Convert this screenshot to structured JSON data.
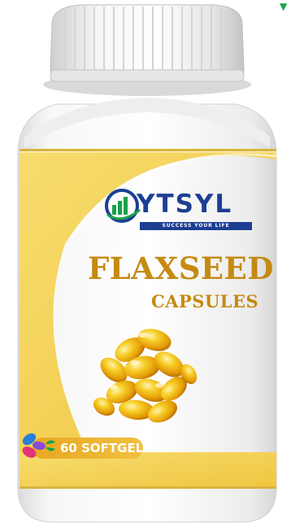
{
  "product_photo": {
    "brand": {
      "name": "YTSYL",
      "tagline": "SUCCESS YOUR LIFE"
    },
    "product": {
      "name": "FLAXSEED",
      "subtitle": "CAPSULES"
    },
    "count_badge": "60 SOFTGEL",
    "colors": {
      "cap": "#f2f2f2",
      "bottle": "#ffffff",
      "label_band": "#f3d25a",
      "brand_blue": "#1c3f93",
      "title_gold": "#c68a12",
      "badge_orange": "#e0a31e",
      "softgel": "#f1b816",
      "accent_green": "#17a34a"
    },
    "icons": [
      "bar-chart-logo-icon",
      "softgel-capsules-icon",
      "colored-pills-icon"
    ]
  }
}
